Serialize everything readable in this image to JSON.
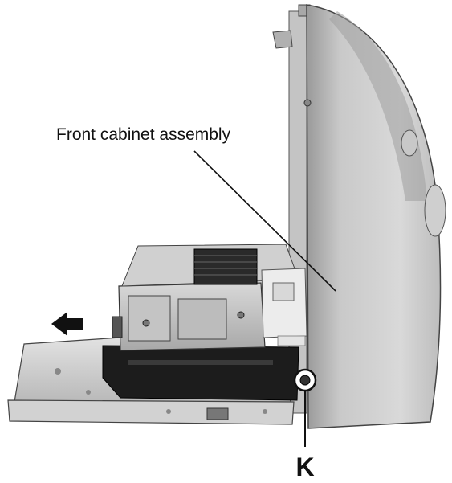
{
  "labels": {
    "front_cabinet": "Front cabinet assembly",
    "k_marker": "K"
  },
  "arrow": {
    "direction": "left"
  },
  "colors": {
    "cabinet_light": "#d6d6d6",
    "cabinet_mid": "#b4b4b4",
    "cabinet_dark": "#8f8f8f",
    "chassis_dark": "#1c1c1c",
    "tray_light": "#cfcfcf",
    "line": "#111111"
  }
}
